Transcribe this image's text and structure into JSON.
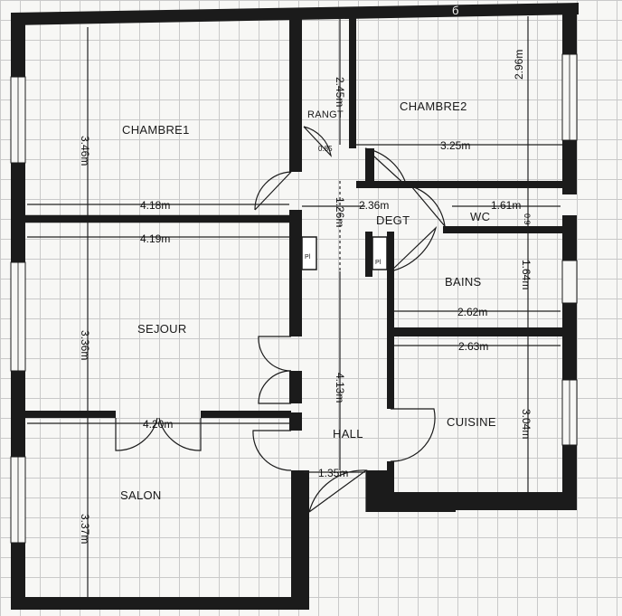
{
  "compass_mark": "б",
  "rooms": {
    "chambre1": "CHAMBRE1",
    "chambre2": "CHAMBRE2",
    "rangt": "RANGT",
    "degt": "DEGT",
    "wc": "WC",
    "sejour": "SEJOUR",
    "bains": "BAINS",
    "cuisine": "CUISINE",
    "hall": "HALL",
    "salon": "SALON"
  },
  "placards": {
    "left": "Pl",
    "right": "Pl"
  },
  "dimensions": {
    "chambre1_height": "3.46m",
    "chambre1_width": "4.18m",
    "sejour_width": "4.19m",
    "sejour_height": "3.36m",
    "salon_width": "4.20m",
    "salon_height": "3.37m",
    "rangt_height": "2.45m",
    "rangt_width": "0.85",
    "chambre2_width": "3.25m",
    "chambre2_height": "2.96m",
    "corridor_width": "1.26m",
    "degt_width": "2.36m",
    "wc_width": "1.61m",
    "wc_height": "0.9",
    "bains_width": "2.62m",
    "bains_height": "1.64m",
    "cuisine_width": "2.63m",
    "cuisine_height": "3.04m",
    "hall_height": "4.13m",
    "hall_width": "1.35m"
  }
}
